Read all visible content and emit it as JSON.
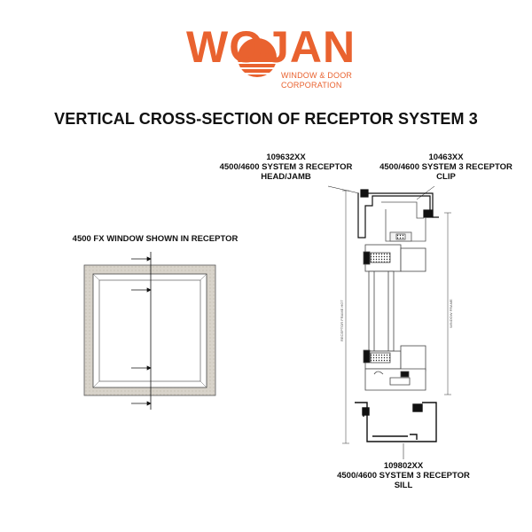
{
  "logo": {
    "word": "WOJAN",
    "line1": "WINDOW & DOOR",
    "line2": "CORPORATION",
    "color": "#e9622f"
  },
  "title": "VERTICAL CROSS-SECTION OF RECEPTOR SYSTEM 3",
  "callouts": {
    "head_jamb": {
      "part_number": "109632XX",
      "line2": "4500/4600 SYSTEM 3 RECEPTOR",
      "line3": "HEAD/JAMB"
    },
    "clip": {
      "part_number": "10463XX",
      "line2": "4500/4600 SYSTEM 3 RECEPTOR",
      "line3": "CLIP"
    },
    "window_note": "4500 FX WINDOW SHOWN IN RECEPTOR",
    "sill": {
      "part_number": "109802XX",
      "line2": "4500/4600 SYSTEM 3 RECEPTOR",
      "line3": "SILL"
    }
  },
  "dimension_labels": {
    "receptor_frame_height": "RECEPTOR FRAME HGT",
    "window_frame": "WINDOW FRAME"
  }
}
